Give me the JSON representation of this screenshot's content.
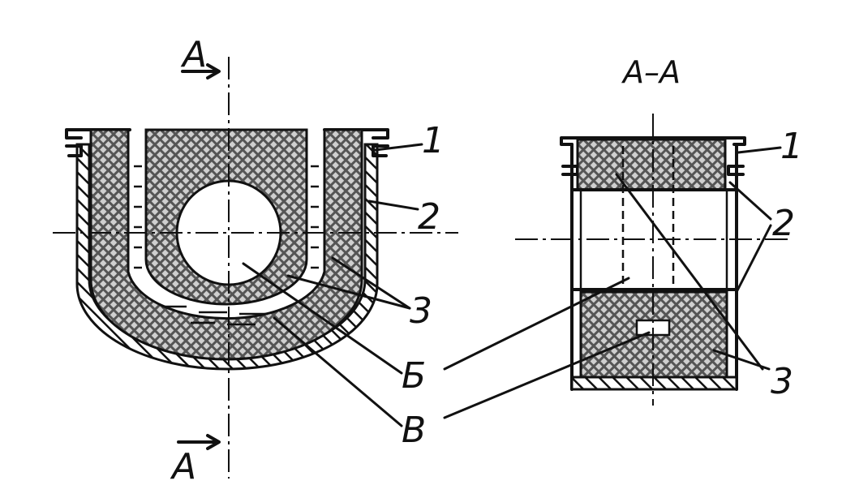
{
  "section_marks": {
    "top": "A",
    "bottom": "A",
    "section_title": "A–A"
  },
  "callouts": {
    "n1": "1",
    "n2": "2",
    "n3": "3",
    "b": "Б",
    "v": "В"
  },
  "colors": {
    "ink": "#111111",
    "paper": "#ffffff"
  }
}
